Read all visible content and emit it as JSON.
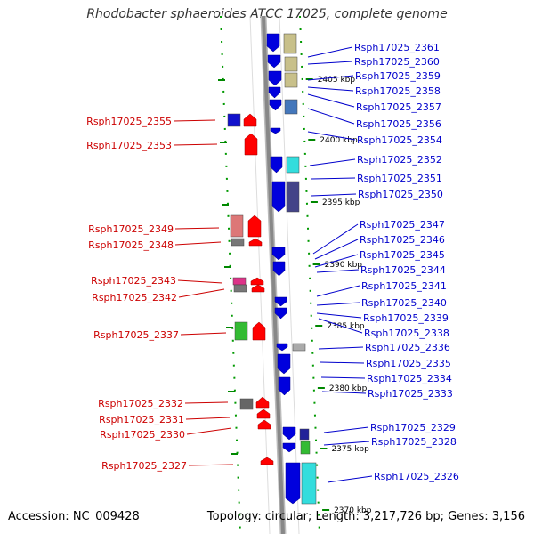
{
  "title": "Rhodobacter sphaeroides ATCC 17025, complete genome",
  "accession": "Accession: NC_009428",
  "topology": "Topology: circular; Length: 3,217,726 bp; Genes: 3,156",
  "colors": {
    "forward_label": "#0000cc",
    "reverse_label": "#cc0000",
    "backbone": "#888888",
    "tick": "#008800"
  },
  "ruler": [
    "2405 kbp",
    "2400 kbp",
    "2395 kbp",
    "2390 kbp",
    "2385 kbp",
    "2380 kbp",
    "2375 kbp",
    "2370 kbp"
  ],
  "forward_genes": [
    "Rsph17025_2361",
    "Rsph17025_2360",
    "Rsph17025_2359",
    "Rsph17025_2358",
    "Rsph17025_2357",
    "Rsph17025_2356",
    "Rsph17025_2354",
    "Rsph17025_2352",
    "Rsph17025_2351",
    "Rsph17025_2350",
    "Rsph17025_2347",
    "Rsph17025_2346",
    "Rsph17025_2345",
    "Rsph17025_2344",
    "Rsph17025_2341",
    "Rsph17025_2340",
    "Rsph17025_2339",
    "Rsph17025_2338",
    "Rsph17025_2336",
    "Rsph17025_2335",
    "Rsph17025_2334",
    "Rsph17025_2333",
    "Rsph17025_2329",
    "Rsph17025_2328",
    "Rsph17025_2326"
  ],
  "reverse_genes": [
    "Rsph17025_2355",
    "Rsph17025_2353",
    "Rsph17025_2349",
    "Rsph17025_2348",
    "Rsph17025_2343",
    "Rsph17025_2342",
    "Rsph17025_2337",
    "Rsph17025_2332",
    "Rsph17025_2331",
    "Rsph17025_2330",
    "Rsph17025_2327"
  ]
}
